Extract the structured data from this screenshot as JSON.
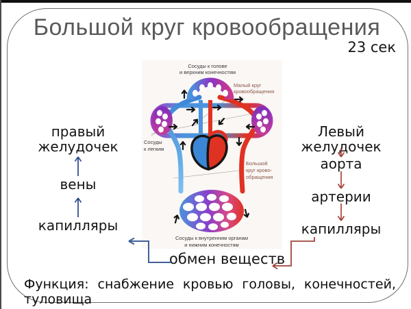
{
  "slide": {
    "title": "Большой круг кровообращения",
    "duration": "23 сек",
    "exchange_label": "обмен веществ",
    "function_text": "Функция: снабжение кровью головы, конечностей, туловища"
  },
  "left_flow": {
    "ventricle": "правый желудочек",
    "veins": "вены",
    "capillaries": "капилляры"
  },
  "right_flow": {
    "ventricle": "Левый желудочек",
    "aorta": "аорта",
    "arteries": "артерии",
    "capillaries": "капилляры"
  },
  "diagram": {
    "head_vessels_1": "Сосуды к голове",
    "head_vessels_2": "и верхним конечностям",
    "small_circle_1": "Малый круг",
    "small_circle_2": "кровообращения",
    "lung_vessels_1": "Сосуды",
    "lung_vessels_2": "к легким",
    "big_circle_1": "Большой",
    "big_circle_2": "круг крово-",
    "big_circle_3": "обращения",
    "organ_vessels_1": "Сосуды к внутренним органам",
    "organ_vessels_2": "и нижним конечностям"
  },
  "colors": {
    "title": "#595959",
    "venous_blue": "#4b93dd",
    "arterial_red": "#e03222",
    "capillary_purple": "#9b30c9",
    "flow_arrow_blue": "#2f4f8f",
    "flow_arrow_red": "#a3362e",
    "connector_blue": "#3f5f96",
    "connector_red": "#9e453c"
  }
}
